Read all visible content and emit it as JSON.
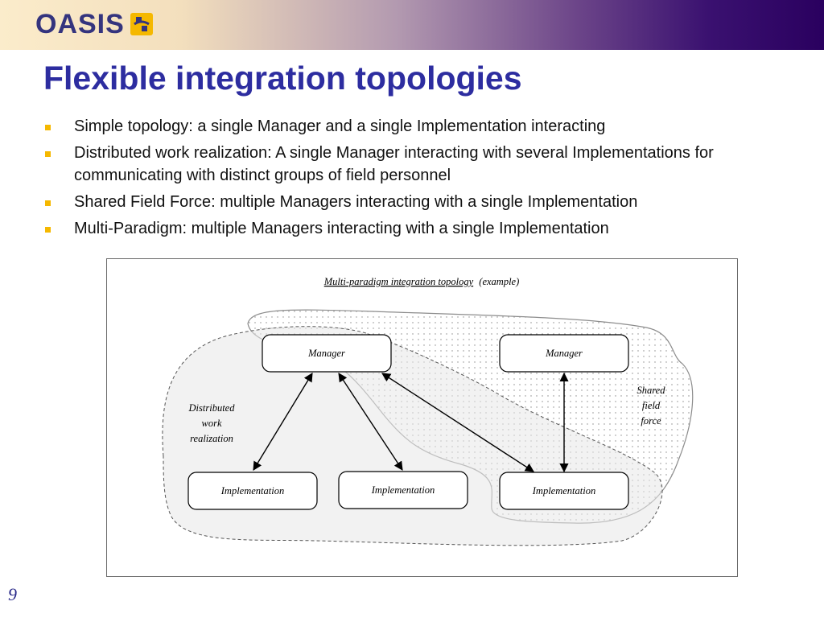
{
  "header": {
    "logo_text": "OASIS",
    "logo_icon": "oasis-logo-icon"
  },
  "title": "Flexible integration topologies",
  "bullets": [
    "Simple topology: a single Manager and a single Implementation interacting",
    "Distributed work realization: A single Manager interacting with several Implementations for communicating with distinct groups of field personnel",
    "Shared Field Force: multiple Managers interacting with a single Implementation",
    "Multi-Paradigm: multiple Managers interacting with a single Implementation"
  ],
  "diagram": {
    "title_underlined": "Multi-paradigm integration topology",
    "title_suffix": "(example)",
    "nodes": {
      "manager_left": "Manager",
      "manager_right": "Manager",
      "impl_left": "Implementation",
      "impl_middle": "Implementation",
      "impl_right": "Implementation"
    },
    "region_labels": {
      "distributed": [
        "Distributed",
        "work",
        "realization"
      ],
      "shared": [
        "Shared",
        "field",
        "force"
      ]
    }
  },
  "page_number": "9",
  "colors": {
    "title": "#2d2da0",
    "logo": "#34347e",
    "logo_accent": "#f5b800",
    "bullet_marker": "#f5b800"
  }
}
